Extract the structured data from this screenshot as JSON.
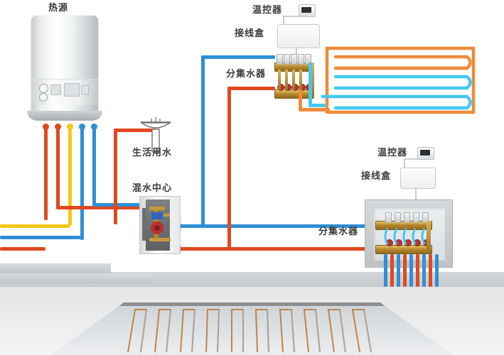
{
  "diagram": {
    "title": "Radiant floor heating system schematic",
    "labels": {
      "heat_source": "热源",
      "domestic_water": "生活用水",
      "mixing_center": "混水中心",
      "thermostat_upper": "温控器",
      "junction_box_upper": "接线盒",
      "manifold_upper": "分集水器",
      "thermostat_lower": "温控器",
      "junction_box_lower": "接线盒",
      "manifold_lower": "分集水器"
    },
    "colors": {
      "supply_hot": "#e0491f",
      "return_cold": "#2f8fd6",
      "domestic_hot": "#f5c518",
      "loop_supply": "#ef8b3c",
      "loop_return": "#44c8f0",
      "label_text": "#3b3b3b",
      "wall": "#c6c9cb",
      "floor": "#e2e4e6",
      "brass": "#b8892c"
    },
    "components": {
      "boiler": {
        "name": "wall-hung boiler",
        "outlet_pipes": [
          "red",
          "red",
          "yellow",
          "blue",
          "blue"
        ]
      },
      "mixing_center": {
        "name": "mixing station",
        "has_pump": true,
        "has_valve": true
      },
      "manifold_upper": {
        "circuits": 5,
        "loops": 4
      },
      "manifold_lower": {
        "circuits": 5,
        "drop_pipes": 10
      },
      "radiant_floor": {
        "loop_count": 9,
        "pattern": "serpentine"
      }
    }
  }
}
